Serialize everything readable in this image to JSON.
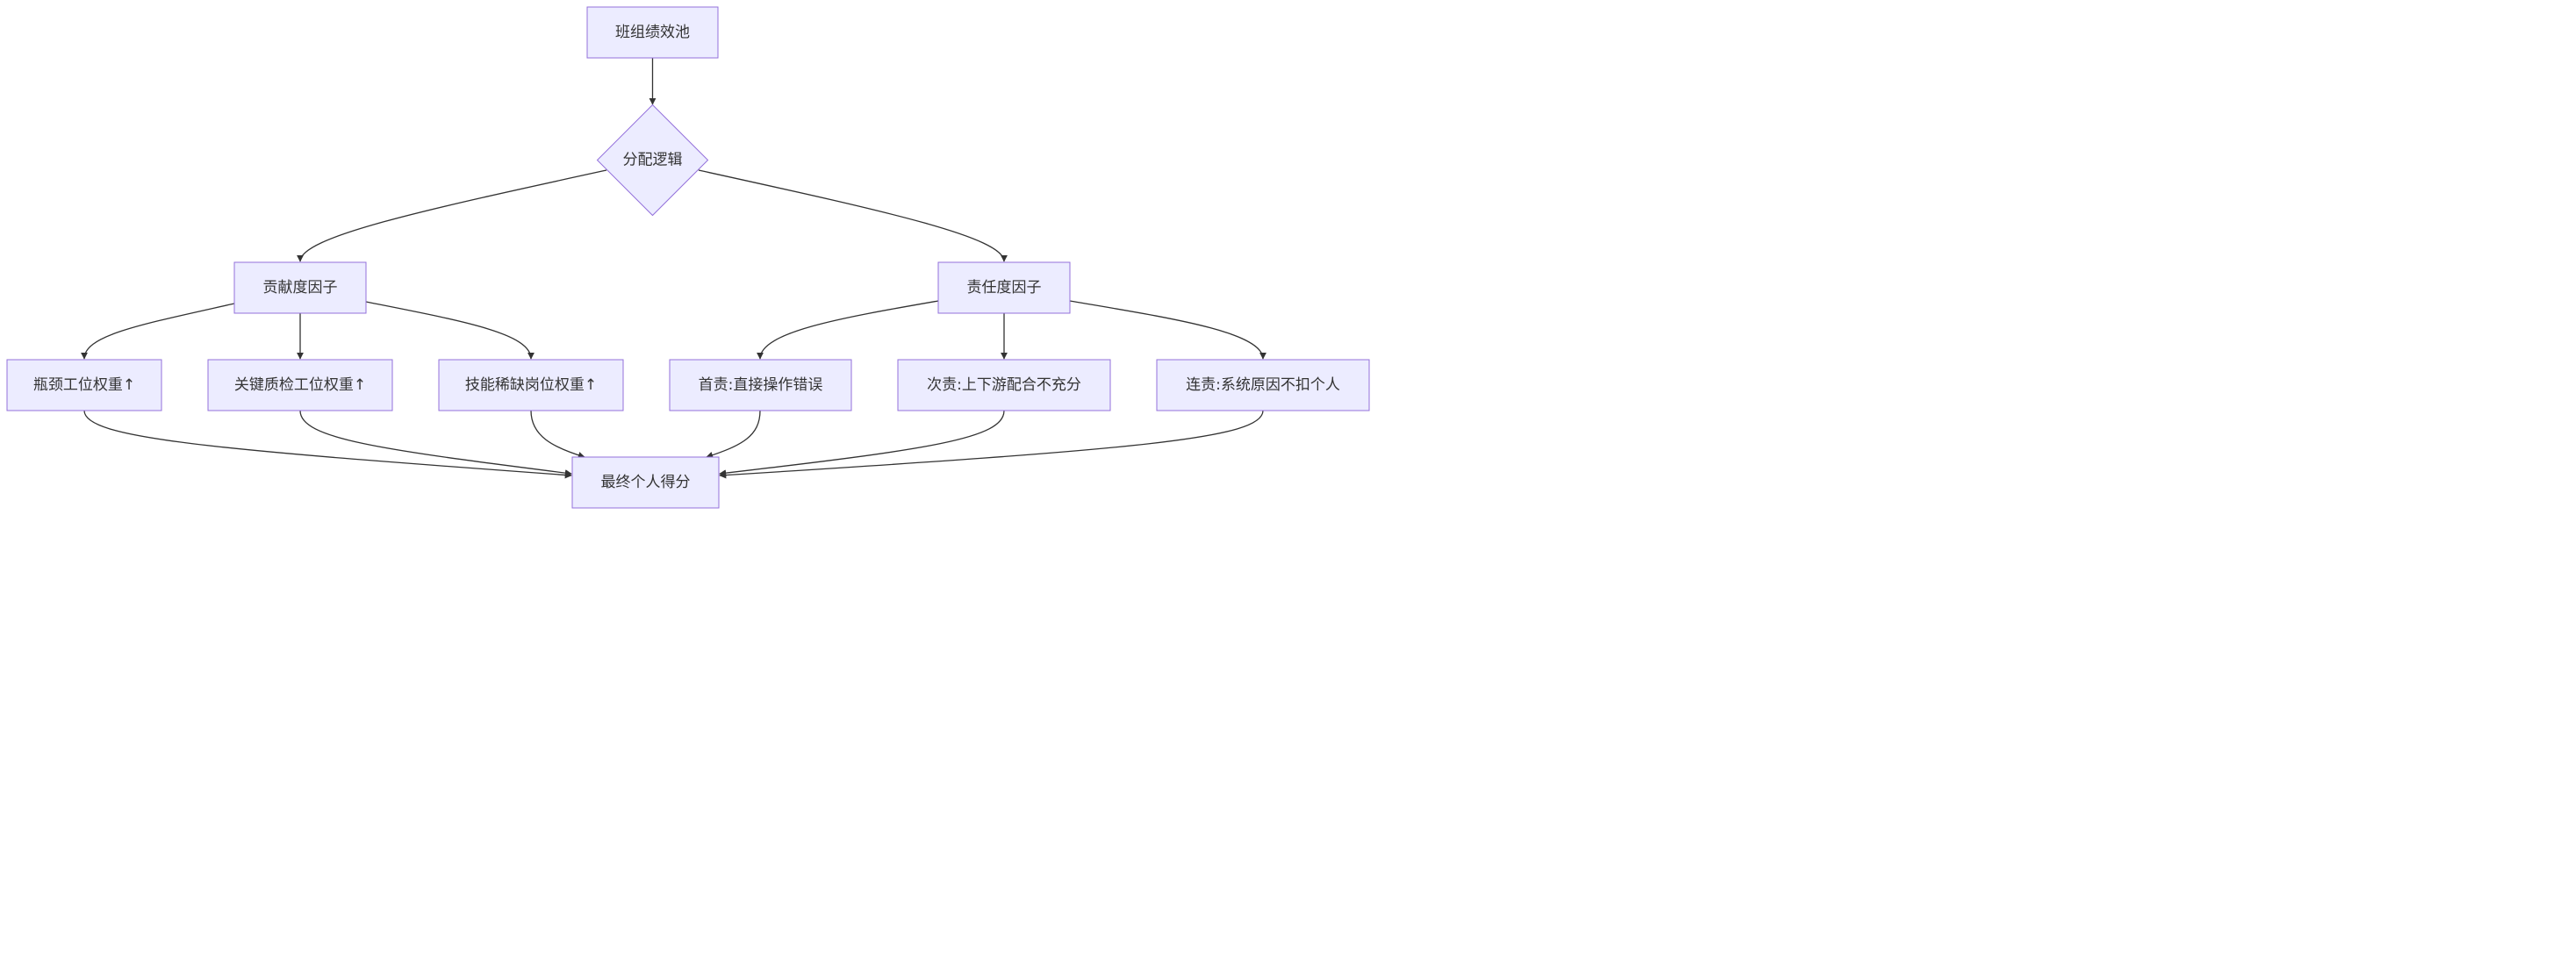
{
  "diagram": {
    "nodes": [
      {
        "id": "pool",
        "label": "班组绩效池",
        "shape": "rect"
      },
      {
        "id": "logic",
        "label": "分配逻辑",
        "shape": "diamond"
      },
      {
        "id": "contrib",
        "label": "贡献度因子",
        "shape": "rect"
      },
      {
        "id": "resp",
        "label": "责任度因子",
        "shape": "rect"
      },
      {
        "id": "bottleneck",
        "label": "瓶颈工位权重↑",
        "shape": "rect"
      },
      {
        "id": "qc",
        "label": "关键质检工位权重↑",
        "shape": "rect"
      },
      {
        "id": "skill",
        "label": "技能稀缺岗位权重↑",
        "shape": "rect"
      },
      {
        "id": "primary",
        "label": "首责:直接操作错误",
        "shape": "rect"
      },
      {
        "id": "secondary",
        "label": "次责:上下游配合不充分",
        "shape": "rect"
      },
      {
        "id": "joint",
        "label": "连责:系统原因不扣个人",
        "shape": "rect"
      },
      {
        "id": "final",
        "label": "最终个人得分",
        "shape": "rect"
      }
    ],
    "edges": [
      {
        "from": "pool",
        "to": "logic"
      },
      {
        "from": "logic",
        "to": "contrib"
      },
      {
        "from": "logic",
        "to": "resp"
      },
      {
        "from": "contrib",
        "to": "bottleneck"
      },
      {
        "from": "contrib",
        "to": "qc"
      },
      {
        "from": "contrib",
        "to": "skill"
      },
      {
        "from": "resp",
        "to": "primary"
      },
      {
        "from": "resp",
        "to": "secondary"
      },
      {
        "from": "resp",
        "to": "joint"
      },
      {
        "from": "bottleneck",
        "to": "final"
      },
      {
        "from": "qc",
        "to": "final"
      },
      {
        "from": "skill",
        "to": "final"
      },
      {
        "from": "primary",
        "to": "final"
      },
      {
        "from": "secondary",
        "to": "final"
      },
      {
        "from": "joint",
        "to": "final"
      }
    ]
  }
}
